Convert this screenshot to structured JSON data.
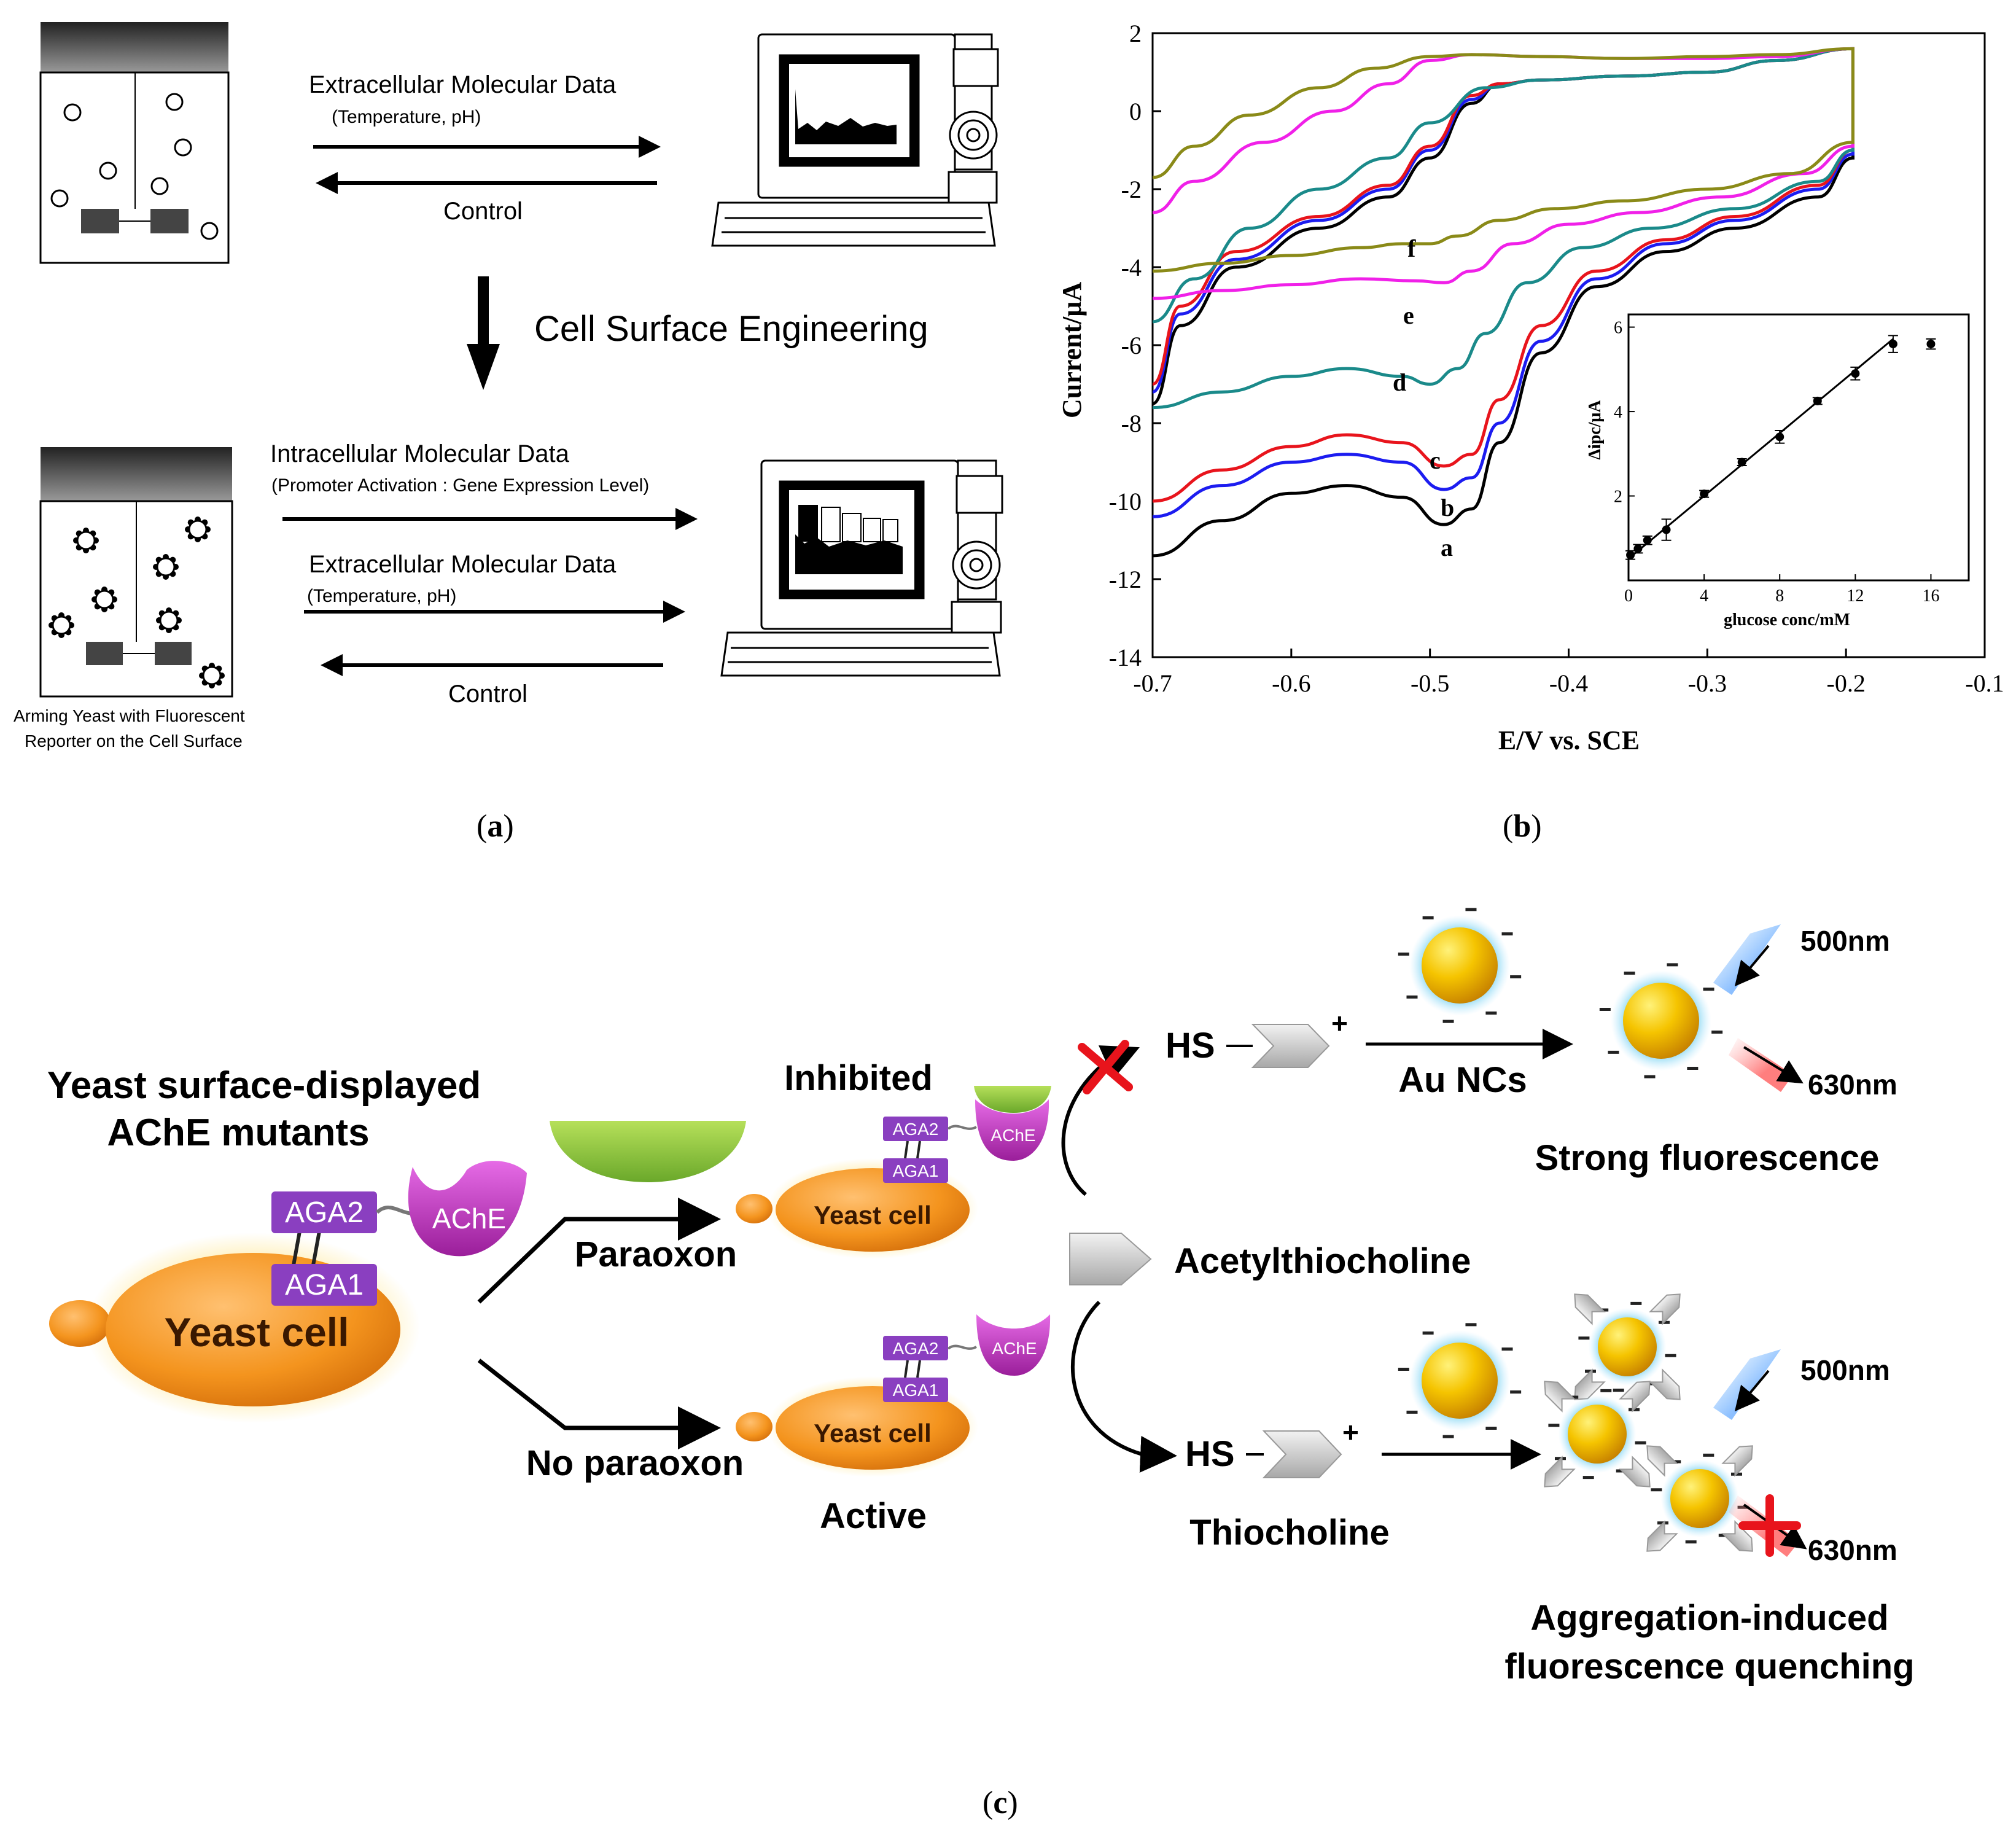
{
  "panel_a": {
    "upper_arrow_label": "Extracellular Molecular Data",
    "upper_arrow_sub": "(Temperature, pH)",
    "upper_control": "Control",
    "middle_label": "Cell Surface Engineering",
    "lower_arrow1_label": "Intracellular Molecular Data",
    "lower_arrow1_sub": "(Promoter Activation : Gene Expression Level)",
    "lower_arrow2_label": "Extracellular Molecular Data",
    "lower_arrow2_sub": "(Temperature, pH)",
    "lower_control": "Control",
    "caption_line1": "Arming Yeast with Fluorescent",
    "caption_line2": "Reporter on the Cell Surface"
  },
  "panel_b": {
    "chart_data": {
      "type": "line",
      "xlabel": "E/V vs. SCE",
      "ylabel": "Current/μA",
      "xlim": [
        -0.7,
        -0.1
      ],
      "ylim": [
        -14,
        2
      ],
      "xticks": [
        "-0.7",
        "-0.6",
        "-0.5",
        "-0.4",
        "-0.3",
        "-0.2",
        "-0.1"
      ],
      "yticks": [
        "2",
        "0",
        "-2",
        "-4",
        "-6",
        "-8",
        "-10",
        "-12",
        "-14"
      ],
      "series": [
        {
          "name": "a",
          "color": "#000000",
          "forward": [
            [
              -0.7,
              -11.4
            ],
            [
              -0.65,
              -10.5
            ],
            [
              -0.6,
              -9.8
            ],
            [
              -0.56,
              -9.6
            ],
            [
              -0.52,
              -9.9
            ],
            [
              -0.49,
              -10.6
            ],
            [
              -0.47,
              -10.2
            ],
            [
              -0.45,
              -8.5
            ],
            [
              -0.42,
              -6.2
            ],
            [
              -0.38,
              -4.5
            ],
            [
              -0.33,
              -3.6
            ],
            [
              -0.28,
              -3.0
            ],
            [
              -0.22,
              -2.2
            ],
            [
              -0.195,
              -1.2
            ]
          ],
          "reverse": [
            [
              -0.195,
              1.6
            ],
            [
              -0.25,
              1.3
            ],
            [
              -0.3,
              1.0
            ],
            [
              -0.36,
              0.9
            ],
            [
              -0.42,
              0.8
            ],
            [
              -0.45,
              0.7
            ],
            [
              -0.47,
              0.2
            ],
            [
              -0.5,
              -1.2
            ],
            [
              -0.53,
              -2.2
            ],
            [
              -0.58,
              -3.0
            ],
            [
              -0.64,
              -4.0
            ],
            [
              -0.68,
              -5.5
            ],
            [
              -0.7,
              -7.5
            ]
          ]
        },
        {
          "name": "b",
          "color": "#1c1cf0",
          "forward": [
            [
              -0.7,
              -10.4
            ],
            [
              -0.65,
              -9.6
            ],
            [
              -0.6,
              -9.0
            ],
            [
              -0.56,
              -8.8
            ],
            [
              -0.52,
              -9.0
            ],
            [
              -0.49,
              -9.7
            ],
            [
              -0.47,
              -9.4
            ],
            [
              -0.45,
              -8.0
            ],
            [
              -0.42,
              -5.9
            ],
            [
              -0.38,
              -4.3
            ],
            [
              -0.33,
              -3.4
            ],
            [
              -0.28,
              -2.8
            ],
            [
              -0.22,
              -2.0
            ],
            [
              -0.195,
              -1.1
            ]
          ],
          "reverse": [
            [
              -0.195,
              1.6
            ],
            [
              -0.25,
              1.3
            ],
            [
              -0.3,
              1.0
            ],
            [
              -0.36,
              0.9
            ],
            [
              -0.42,
              0.8
            ],
            [
              -0.45,
              0.7
            ],
            [
              -0.47,
              0.3
            ],
            [
              -0.5,
              -1.0
            ],
            [
              -0.53,
              -2.0
            ],
            [
              -0.58,
              -2.8
            ],
            [
              -0.64,
              -3.8
            ],
            [
              -0.68,
              -5.2
            ],
            [
              -0.7,
              -7.2
            ]
          ]
        },
        {
          "name": "c",
          "color": "#e8141c",
          "forward": [
            [
              -0.7,
              -10.0
            ],
            [
              -0.65,
              -9.2
            ],
            [
              -0.6,
              -8.6
            ],
            [
              -0.56,
              -8.3
            ],
            [
              -0.52,
              -8.5
            ],
            [
              -0.49,
              -9.1
            ],
            [
              -0.47,
              -8.8
            ],
            [
              -0.45,
              -7.4
            ],
            [
              -0.42,
              -5.5
            ],
            [
              -0.38,
              -4.1
            ],
            [
              -0.33,
              -3.3
            ],
            [
              -0.28,
              -2.7
            ],
            [
              -0.22,
              -1.9
            ],
            [
              -0.195,
              -1.0
            ]
          ],
          "reverse": [
            [
              -0.195,
              1.6
            ],
            [
              -0.25,
              1.3
            ],
            [
              -0.3,
              1.0
            ],
            [
              -0.36,
              0.9
            ],
            [
              -0.42,
              0.8
            ],
            [
              -0.45,
              0.7
            ],
            [
              -0.47,
              0.4
            ],
            [
              -0.5,
              -0.9
            ],
            [
              -0.53,
              -1.9
            ],
            [
              -0.58,
              -2.7
            ],
            [
              -0.64,
              -3.6
            ],
            [
              -0.68,
              -5.0
            ],
            [
              -0.7,
              -7.0
            ]
          ]
        },
        {
          "name": "d",
          "color": "#1a8a8a",
          "forward": [
            [
              -0.7,
              -7.6
            ],
            [
              -0.65,
              -7.2
            ],
            [
              -0.6,
              -6.8
            ],
            [
              -0.56,
              -6.6
            ],
            [
              -0.52,
              -6.8
            ],
            [
              -0.5,
              -7.0
            ],
            [
              -0.48,
              -6.6
            ],
            [
              -0.46,
              -5.7
            ],
            [
              -0.43,
              -4.4
            ],
            [
              -0.39,
              -3.5
            ],
            [
              -0.34,
              -3.0
            ],
            [
              -0.28,
              -2.5
            ],
            [
              -0.22,
              -1.8
            ],
            [
              -0.195,
              -1.0
            ]
          ],
          "reverse": [
            [
              -0.195,
              1.6
            ],
            [
              -0.25,
              1.3
            ],
            [
              -0.3,
              1.0
            ],
            [
              -0.36,
              0.9
            ],
            [
              -0.42,
              0.8
            ],
            [
              -0.46,
              0.6
            ],
            [
              -0.5,
              -0.3
            ],
            [
              -0.53,
              -1.2
            ],
            [
              -0.58,
              -2.0
            ],
            [
              -0.63,
              -3.0
            ],
            [
              -0.67,
              -4.3
            ],
            [
              -0.7,
              -5.4
            ]
          ]
        },
        {
          "name": "e",
          "color": "#f020e8",
          "forward": [
            [
              -0.7,
              -4.8
            ],
            [
              -0.65,
              -4.6
            ],
            [
              -0.6,
              -4.45
            ],
            [
              -0.55,
              -4.3
            ],
            [
              -0.51,
              -4.35
            ],
            [
              -0.49,
              -4.4
            ],
            [
              -0.47,
              -4.1
            ],
            [
              -0.44,
              -3.4
            ],
            [
              -0.4,
              -2.9
            ],
            [
              -0.35,
              -2.6
            ],
            [
              -0.29,
              -2.2
            ],
            [
              -0.23,
              -1.6
            ],
            [
              -0.195,
              -0.9
            ]
          ],
          "reverse": [
            [
              -0.195,
              1.6
            ],
            [
              -0.25,
              1.4
            ],
            [
              -0.3,
              1.35
            ],
            [
              -0.36,
              1.35
            ],
            [
              -0.42,
              1.4
            ],
            [
              -0.47,
              1.45
            ],
            [
              -0.5,
              1.3
            ],
            [
              -0.53,
              0.7
            ],
            [
              -0.57,
              0.0
            ],
            [
              -0.62,
              -0.8
            ],
            [
              -0.67,
              -1.8
            ],
            [
              -0.7,
              -2.6
            ]
          ]
        },
        {
          "name": "f",
          "color": "#8a8a18",
          "forward": [
            [
              -0.7,
              -4.1
            ],
            [
              -0.65,
              -3.9
            ],
            [
              -0.6,
              -3.7
            ],
            [
              -0.55,
              -3.5
            ],
            [
              -0.52,
              -3.4
            ],
            [
              -0.5,
              -3.4
            ],
            [
              -0.48,
              -3.2
            ],
            [
              -0.45,
              -2.8
            ],
            [
              -0.41,
              -2.5
            ],
            [
              -0.36,
              -2.3
            ],
            [
              -0.3,
              -2.0
            ],
            [
              -0.24,
              -1.6
            ],
            [
              -0.195,
              -0.8
            ]
          ],
          "reverse": [
            [
              -0.195,
              1.6
            ],
            [
              -0.25,
              1.45
            ],
            [
              -0.3,
              1.4
            ],
            [
              -0.36,
              1.35
            ],
            [
              -0.42,
              1.4
            ],
            [
              -0.47,
              1.45
            ],
            [
              -0.5,
              1.4
            ],
            [
              -0.54,
              1.1
            ],
            [
              -0.58,
              0.6
            ],
            [
              -0.63,
              -0.1
            ],
            [
              -0.67,
              -0.9
            ],
            [
              -0.7,
              -1.7
            ]
          ]
        }
      ],
      "inset": {
        "type": "scatter",
        "xlabel": "glucose conc/mM",
        "ylabel": "Δipc/μA",
        "xlim": [
          0,
          18
        ],
        "ylim": [
          0,
          6.3
        ],
        "xticks": [
          "0",
          "4",
          "8",
          "12",
          "16"
        ],
        "yticks": [
          "2",
          "4",
          "6"
        ],
        "x": [
          0.1,
          0.5,
          1,
          2,
          4,
          6,
          8,
          10,
          12,
          14,
          16
        ],
        "y": [
          0.6,
          0.75,
          0.95,
          1.2,
          2.05,
          2.8,
          3.4,
          4.25,
          4.9,
          5.6,
          5.6
        ],
        "err": [
          0.1,
          0.1,
          0.1,
          0.25,
          0.08,
          0.08,
          0.15,
          0.08,
          0.15,
          0.2,
          0.12
        ],
        "fit": [
          [
            0.1,
            0.55
          ],
          [
            14,
            5.72
          ]
        ]
      }
    },
    "curve_labels": [
      "a",
      "b",
      "c",
      "d",
      "e",
      "f"
    ]
  },
  "panel_c": {
    "title_line1": "Yeast surface-displayed",
    "title_line2": "AChE mutants",
    "aga2": "AGA2",
    "aga1": "AGA1",
    "ache": "AChE",
    "yeast_cell": "Yeast cell",
    "paraoxon": "Paraoxon",
    "no_paraoxon": "No paraoxon",
    "inhibited": "Inhibited",
    "active": "Active",
    "hs": "HS",
    "plus": "+",
    "au_ncs": "Au NCs",
    "acetylthiocholine": "Acetylthiocholine",
    "thiocholine": "Thiocholine",
    "nm500": "500nm",
    "nm630": "630nm",
    "strong": "Strong fluorescence",
    "agg_line1": "Aggregation-induced",
    "agg_line2": "fluorescence quenching"
  },
  "captions": {
    "a": "a",
    "b": "b",
    "c": "c"
  },
  "colors": {
    "yeast": "#f4941e",
    "aga": "#8a3fc0",
    "ache": "#c832c8",
    "inhibitor": "#8cc63f",
    "gold": "#f0b400",
    "halo": "#7fd4f0",
    "red_x": "#e8141c"
  }
}
